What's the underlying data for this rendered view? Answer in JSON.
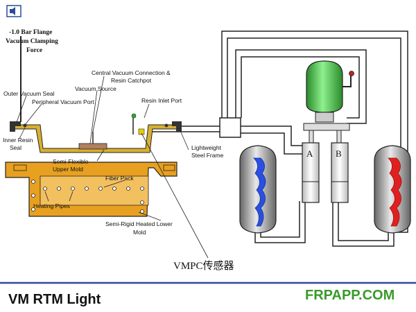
{
  "title": "VM RTM Light",
  "watermark": "FRPAPP.COM",
  "colors": {
    "mold_orange": "#e8a020",
    "upper_mold": "#d8b030",
    "resin_blue": "#2b4fe0",
    "resin_red": "#e02020",
    "pump_green": "#48c048",
    "brand_green": "#3a9a2a",
    "footer_blue": "#2a4a9a"
  },
  "icons": {
    "corner": "speaker-icon"
  },
  "labels": {
    "clamping_force_1": "-1.0 Bar Flange",
    "clamping_force_2": "Vacuum Clamping",
    "clamping_force_3": "Force",
    "central_vacuum_1": "Central Vacuum Connection &",
    "central_vacuum_2": "Resin Catchpot",
    "vacuum_source": "Vacuum Source",
    "outer_vacuum_seal": "Outer Vacuum Seal",
    "peripheral_vacuum_port": "Peripheral Vacuum Port",
    "resin_inlet_port": "Resin Inlet Port",
    "inner_resin_seal_1": "Inner Resin",
    "inner_resin_seal_2": "Seal",
    "semi_flexible_1": "Semi-Flexible",
    "semi_flexible_2": "Upper Mold",
    "steel_frame_1": "Lightweight",
    "steel_frame_2": "Steel Frame",
    "fiber_pack": "Fiber Pack",
    "heating_pipes": "Heating Pipes",
    "lower_mold_1": "Semi-Rigid Heated Lower",
    "lower_mold_2": "Mold",
    "vmpc_sensor": "VMPC传感器",
    "cylinder_a": "A",
    "cylinder_b": "B"
  }
}
